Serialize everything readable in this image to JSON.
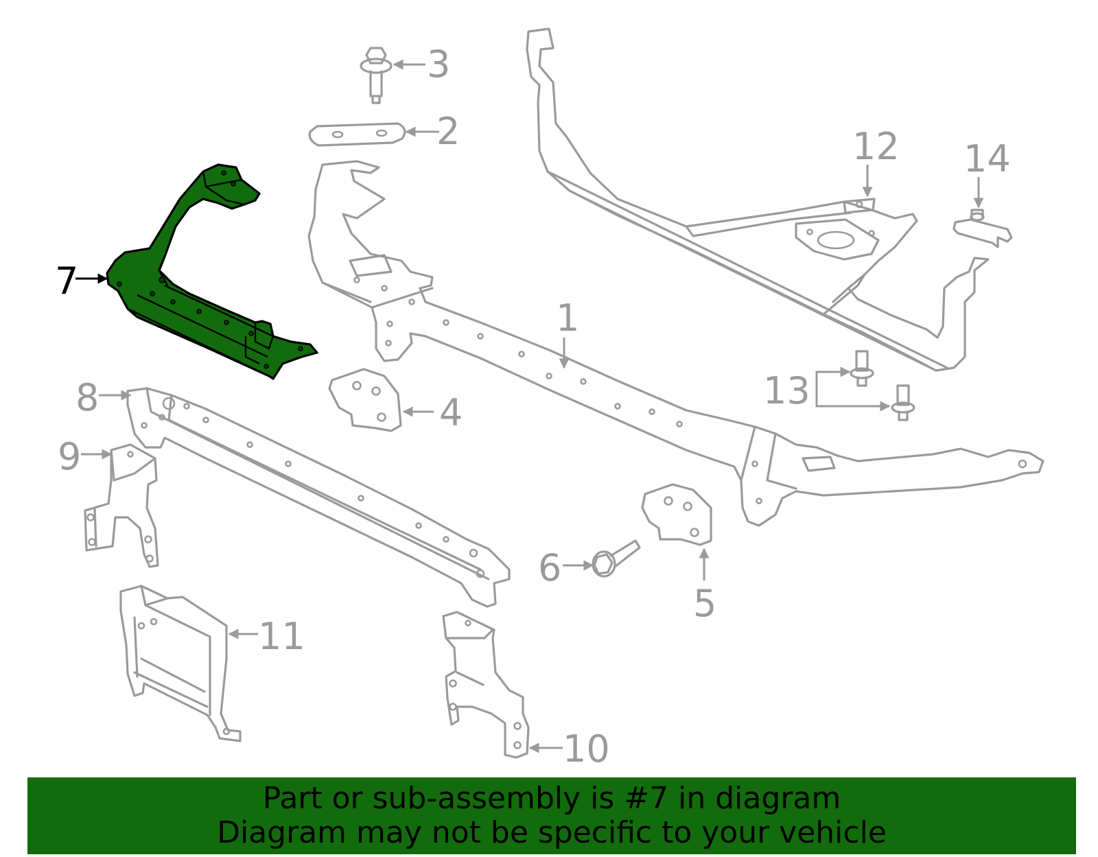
{
  "diagram": {
    "highlighted_part": "7",
    "colors": {
      "part_outline": "#9a9a9a",
      "highlight_fill": "#126b0c",
      "highlight_outline": "#000000",
      "banner_bg": "#126b0c"
    },
    "callouts": [
      {
        "id": "c1",
        "label": "1"
      },
      {
        "id": "c2",
        "label": "2"
      },
      {
        "id": "c3",
        "label": "3"
      },
      {
        "id": "c4",
        "label": "4"
      },
      {
        "id": "c5",
        "label": "5"
      },
      {
        "id": "c6",
        "label": "6"
      },
      {
        "id": "c7",
        "label": "7"
      },
      {
        "id": "c8",
        "label": "8"
      },
      {
        "id": "c9",
        "label": "9"
      },
      {
        "id": "c10",
        "label": "10"
      },
      {
        "id": "c11",
        "label": "11"
      },
      {
        "id": "c12",
        "label": "12"
      },
      {
        "id": "c13",
        "label": "13"
      },
      {
        "id": "c14",
        "label": "14"
      }
    ]
  },
  "banner": {
    "line1": "Part or sub-assembly is #7 in diagram",
    "line2": "Diagram may not be specific to your vehicle"
  }
}
